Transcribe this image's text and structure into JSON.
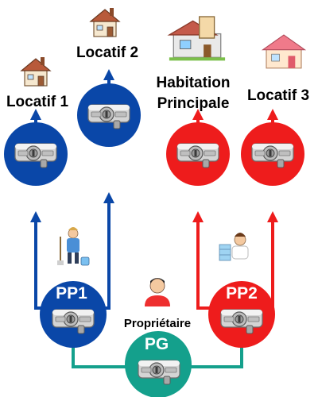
{
  "title": "",
  "nodes": {
    "locatif1": {
      "label": "Locatif 1",
      "color": "#0a47a8"
    },
    "locatif2": {
      "label": "Locatif 2",
      "color": "#0a47a8"
    },
    "habitation": {
      "line1": "Habitation",
      "line2": "Principale",
      "color": "#ee1c1c"
    },
    "locatif3": {
      "label": "Locatif 3",
      "color": "#ee1c1c"
    },
    "pp1": {
      "label": "PP1",
      "color": "#0a47a8"
    },
    "pp2": {
      "label": "PP2",
      "color": "#ee1c1c"
    },
    "pg": {
      "label": "PG",
      "color": "#14a08c"
    },
    "owner": {
      "label": "Propriétaire"
    }
  },
  "icons": [
    "house-icon",
    "cylinder-lock-icon",
    "owner-person-icon",
    "cleaner-icon",
    "housekeeper-icon"
  ],
  "colors": {
    "blue": "#0a47a8",
    "red": "#ee1c1c",
    "teal": "#14a08c"
  }
}
